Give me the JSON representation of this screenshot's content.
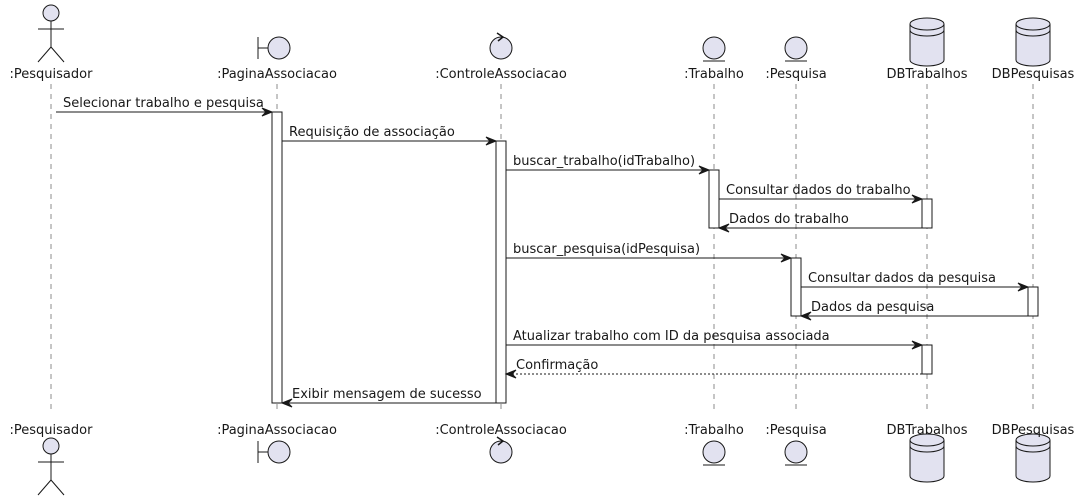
{
  "participants": [
    {
      "id": "pesquisador",
      "label": ":Pesquisador",
      "kind": "actor",
      "icon": "actor-icon"
    },
    {
      "id": "pagina",
      "label": ":PaginaAssociacao",
      "kind": "boundary",
      "icon": "boundary-icon"
    },
    {
      "id": "controle",
      "label": ":ControleAssociacao",
      "kind": "control",
      "icon": "control-icon"
    },
    {
      "id": "trabalho",
      "label": ":Trabalho",
      "kind": "entity",
      "icon": "entity-icon"
    },
    {
      "id": "pesquisa",
      "label": ":Pesquisa",
      "kind": "entity",
      "icon": "entity-icon"
    },
    {
      "id": "dbtrabalhos",
      "label": "DBTrabalhos",
      "kind": "database",
      "icon": "database-icon"
    },
    {
      "id": "dbpesquisas",
      "label": "DBPesquisas",
      "kind": "database",
      "icon": "database-icon"
    }
  ],
  "messages": [
    {
      "from": "pesquisador",
      "to": "pagina",
      "text": "Selecionar trabalho e pesquisa",
      "style": "solid"
    },
    {
      "from": "pagina",
      "to": "controle",
      "text": "Requisição de associação",
      "style": "solid"
    },
    {
      "from": "controle",
      "to": "trabalho",
      "text": "buscar_trabalho(idTrabalho)",
      "style": "solid"
    },
    {
      "from": "trabalho",
      "to": "dbtrabalhos",
      "text": "Consultar dados do trabalho",
      "style": "solid"
    },
    {
      "from": "dbtrabalhos",
      "to": "trabalho",
      "text": "Dados do trabalho",
      "style": "solid"
    },
    {
      "from": "controle",
      "to": "pesquisa",
      "text": "buscar_pesquisa(idPesquisa)",
      "style": "solid"
    },
    {
      "from": "pesquisa",
      "to": "dbpesquisas",
      "text": "Consultar dados da pesquisa",
      "style": "solid"
    },
    {
      "from": "dbpesquisas",
      "to": "pesquisa",
      "text": "Dados da pesquisa",
      "style": "solid"
    },
    {
      "from": "controle",
      "to": "dbtrabalhos",
      "text": "Atualizar trabalho com ID da pesquisa associada",
      "style": "solid"
    },
    {
      "from": "dbtrabalhos",
      "to": "controle",
      "text": "Confirmação",
      "style": "dashed"
    },
    {
      "from": "controle",
      "to": "pagina",
      "text": "Exibir mensagem de sucesso",
      "style": "solid"
    }
  ],
  "colors": {
    "participant_fill": "#E2E2F0",
    "line": "#181818",
    "background": "#FFFFFF"
  }
}
